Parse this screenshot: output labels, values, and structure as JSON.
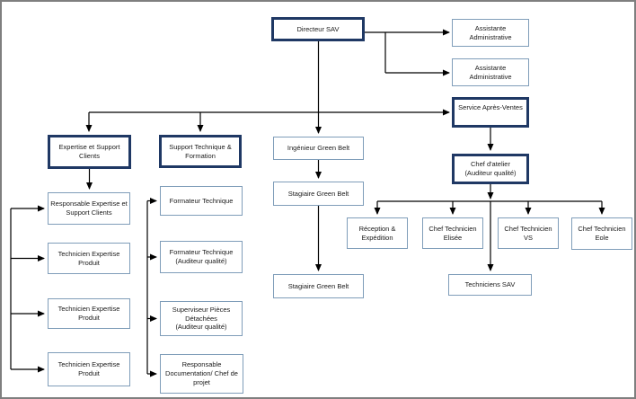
{
  "diagram_type": "organizational-chart",
  "colors": {
    "primary_box_border": "#1f3864",
    "secondary_box_border": "#7f9db9",
    "connector_line": "#000000",
    "canvas_border": "#7f7f7f",
    "background": "#ffffff"
  },
  "nodes": {
    "directeur": {
      "label": "Directeur SAV"
    },
    "assistante1": {
      "label": "Assistante\nAdministrative"
    },
    "assistante2": {
      "label": "Assistante\nAdministrative"
    },
    "service_apres_ventes": {
      "label": "Service Après-Ventes"
    },
    "chef_atelier": {
      "label": "Chef d'atelier\n(Auditeur qualité)"
    },
    "expertise_support_clients": {
      "label": "Expertise et Support\nClients"
    },
    "support_technique_formation": {
      "label": "Support Technique &\nFormation"
    },
    "ingenieur_green_belt": {
      "label": "Ingénieur Green Belt"
    },
    "stagiaire_green_belt_1": {
      "label": "Stagiaire Green Belt"
    },
    "stagiaire_green_belt_2": {
      "label": "Stagiaire Green Belt"
    },
    "responsable_expertise": {
      "label": "Responsable Expertise et\nSupport Clients"
    },
    "technicien_expertise_1": {
      "label": "Technicien Expertise\nProduit"
    },
    "technicien_expertise_2": {
      "label": "Technicien Expertise\nProduit"
    },
    "technicien_expertise_3": {
      "label": "Technicien Expertise\nProduit"
    },
    "formateur_technique": {
      "label": "Formateur Technique"
    },
    "formateur_technique_auditeur": {
      "label": "Formateur Technique\n(Auditeur qualité)"
    },
    "superviseur_pieces": {
      "label": "Superviseur Pièces\nDétachées\n(Auditeur qualité)"
    },
    "responsable_documentation": {
      "label": "Responsable\nDocumentation/ Chef de\nprojet"
    },
    "reception_expedition": {
      "label": "Réception &\nExpédition"
    },
    "chef_technicien_elisee": {
      "label": "Chef Technicien\nElisée"
    },
    "chef_technicien_vs": {
      "label": "Chef Technicien\nVS"
    },
    "chef_technicien_eole": {
      "label": "Chef Technicien\nEole"
    },
    "techniciens_sav": {
      "label": "Techniciens SAV"
    }
  }
}
